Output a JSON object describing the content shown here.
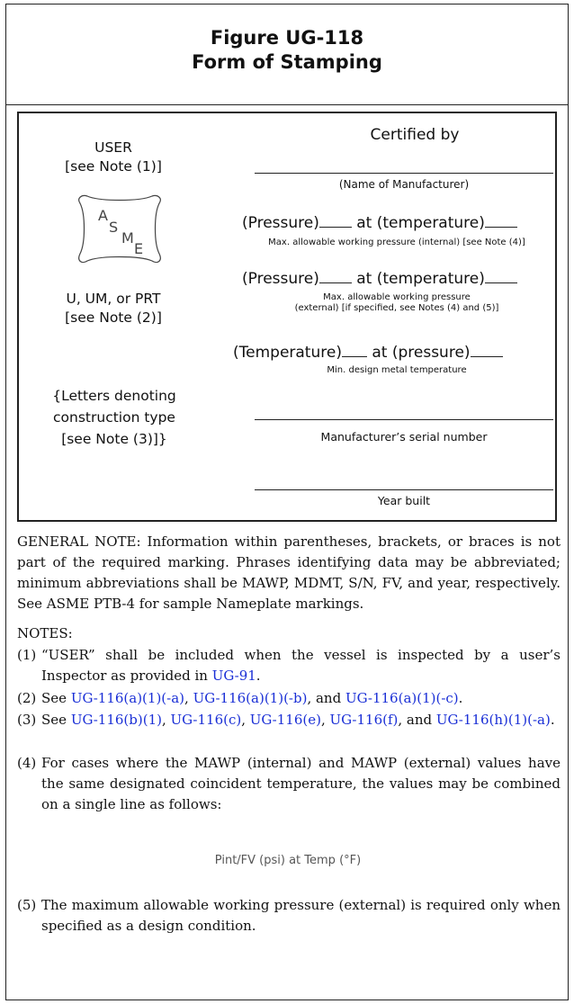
{
  "figure": {
    "title": "Figure UG-118",
    "subtitle": "Form of Stamping"
  },
  "stamp": {
    "user_line1": "USER",
    "user_line2": "[see Note (1)]",
    "symbol_letters": [
      "A",
      "S",
      "M",
      "E"
    ],
    "designator_line1": "U, UM, or PRT",
    "designator_line2": "[see Note (2)]",
    "letters_line1": "{Letters denoting",
    "letters_line2": "construction type",
    "letters_line3": "[see Note (3)]}",
    "certified_by": "Certified by",
    "manufacturer_caption": "(Name of Manufacturer)",
    "p_internal_a": "(Pressure)",
    "p_internal_b": "at (temperature)",
    "p_internal_caption": "Max. allowable working pressure (internal) [see Note (4)]",
    "p_external_a": "(Pressure)",
    "p_external_b": "at (temperature)",
    "p_external_caption1": "Max. allowable working pressure",
    "p_external_caption2": "(external) [if specified, see Notes (4) and (5)]",
    "temp_a": "(Temperature)",
    "temp_b": "at (pressure)",
    "temp_caption": "Min. design metal temperature",
    "serial_caption": "Manufacturer’s serial number",
    "year_caption": "Year built"
  },
  "general_note": "GENERAL NOTE: Information within parentheses, brackets, or braces is not part of the required marking. Phrases identifying data may be abbreviated; minimum abbreviations shall be MAWP, MDMT, S/N, FV, and year, respectively. See ASME PTB-4 for sample Nameplate markings.",
  "notes_heading": "NOTES:",
  "notes": {
    "n1_num": "(1)",
    "n1_text": "“USER” shall be included when the vessel is inspected by a user’s Inspector as provided in",
    "n1_link": "UG-91",
    "n2_num": "(2)",
    "n2_see": "See",
    "n2_link1": "UG-116(a)(1)(-a)",
    "n2_link2": "UG-116(a)(1)(-b)",
    "n2_and": ", and",
    "n2_link3": "UG-116(a)(1)(-c)",
    "n3_num": "(3)",
    "n3_see": "See",
    "n3_link1": "UG-116(b)(1)",
    "n3_link2": "UG-116(c)",
    "n3_link3": "UG-116(e)",
    "n3_link4": "UG-116(f)",
    "n3_and": ", and",
    "n3_link5": "UG-116(h)(1)(-a)",
    "n4_num": "(4)",
    "n4_text": "For cases where the MAWP (internal) and MAWP (external) values have the same designated coincident temperature, the values may be combined on a single line as follows:",
    "n4_formula": "Pint/FV (psi) at Temp (°F)",
    "n5_num": "(5)",
    "n5_text": "The maximum allowable working pressure (external) is required only when specified as a design condition."
  }
}
